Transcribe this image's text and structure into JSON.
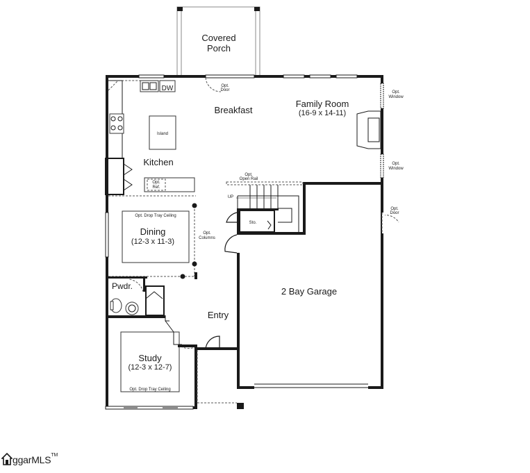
{
  "rooms": {
    "covered_porch_line1": "Covered",
    "covered_porch_line2": "Porch",
    "breakfast": "Breakfast",
    "family_room": "Family Room",
    "family_room_dim": "(16-9 x 14-11)",
    "kitchen": "Kitchen",
    "island": "Island",
    "dining": "Dining",
    "dining_dim": "(12-3 x 11-3)",
    "powder": "Pwdr.",
    "entry": "Entry",
    "study": "Study",
    "study_dim": "(12-3 x 12-7)",
    "garage": "2 Bay Garage",
    "storage": "Sto."
  },
  "notes": {
    "dw": "DW",
    "opt": "Opt.",
    "door": "Door",
    "window": "Window",
    "ref": "Ref.",
    "open_rail": "Open Rail",
    "up": "UP",
    "columns": "Columns",
    "drop_tray_ceiling": "Opt. Drop Tray Ceiling"
  },
  "brand": {
    "logo_text": "ggarMLS",
    "trademark": "TM"
  }
}
